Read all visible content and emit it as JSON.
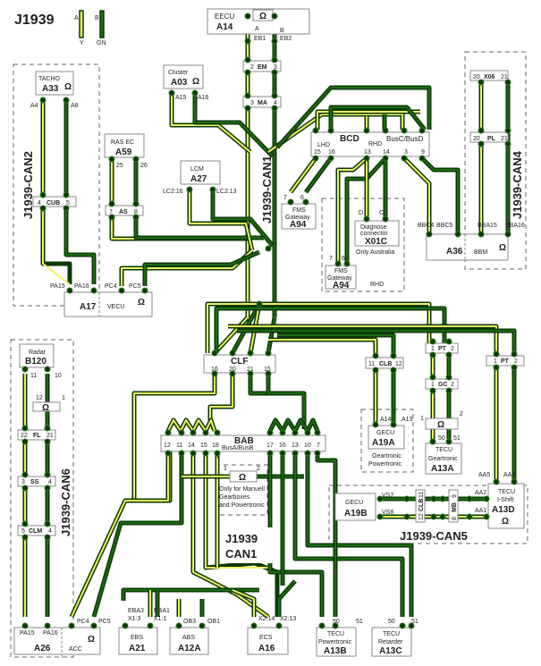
{
  "title": "J1939",
  "legend": {
    "wire_a": {
      "pin": "A",
      "color_label": "Y"
    },
    "wire_b": {
      "pin": "B",
      "color_label": "GN"
    }
  },
  "colors": {
    "yellow_wire": "#f0f060",
    "green_wire": "#1f6a12",
    "wire_outline": "#0a3a06"
  },
  "network_labels": {
    "can1_vertical": "J1939-CAN1",
    "can1_center_line1": "J1939",
    "can1_center_line2": "CAN1",
    "can2": "J1939-CAN2",
    "can4": "J1939-CAN4",
    "can5": "J1939-CAN5",
    "can6": "J1939-CAN6"
  },
  "terminator_symbol": "Ω",
  "units": {
    "eecu": {
      "name": "EECU",
      "id": "A14",
      "pin_a": "A",
      "pin_b": "B",
      "pin_eb1": "EB1",
      "pin_eb2": "EB2"
    },
    "tacho": {
      "name": "TACHO",
      "id": "A33",
      "pin1": "A4",
      "pin2": "A8"
    },
    "cluster": {
      "name": "Cluster",
      "id": "A03",
      "pin1": "A15",
      "pin2": "A16"
    },
    "rasec": {
      "name": "RAS EC",
      "id": "A59",
      "pin1": "25",
      "pin2": "26"
    },
    "lcm": {
      "name": "LCM",
      "id": "A27",
      "pin1": "LC2:16",
      "pin2": "LC2:13"
    },
    "vecu": {
      "name": "VECU",
      "id": "A17",
      "pin1": "PA15",
      "pin2": "PA16",
      "pin3": "PC4",
      "pin4": "PC5"
    },
    "fms_lhd": {
      "name1": "FMS",
      "name2": "Gateway",
      "id": "A94",
      "pin1": "7",
      "pin2": "6"
    },
    "fms_rhd": {
      "name1": "FMS",
      "name2": "Gateway",
      "id": "A94",
      "pin1": "7",
      "pin2": "6",
      "note": "RHD"
    },
    "diag": {
      "name1": "Diagnose",
      "name2": "connector",
      "id": "X01C",
      "pin1": "D",
      "pin2": "C",
      "note": "Only Australia"
    },
    "a36": {
      "id": "A36",
      "sub": "BBM",
      "pin1": "BBC4",
      "pin2": "BBC5",
      "pin3": "BBA15",
      "pin4": "BBA16"
    },
    "radar": {
      "name": "Radar",
      "id": "B120",
      "pin1": "11",
      "pin2": "10",
      "term_pin1": "12",
      "term_pin2": "1"
    },
    "gecu_a": {
      "name": "GECU",
      "id": "A19A",
      "pin1": "A14",
      "pin2": "A13",
      "note1": "Geartronic",
      "note2": "Powertronic"
    },
    "tecu_a": {
      "name1": "TECU",
      "name2": "Geartronic",
      "id": "A13A",
      "pin1": "50",
      "pin2": "51",
      "term_pin1": "1",
      "term_pin2": "2"
    },
    "gecu_b": {
      "name": "GECU",
      "id": "A19B",
      "pin1": "VS7",
      "pin2": "VS8"
    },
    "tecu_d": {
      "name1": "TECU",
      "name2": "I-Shift",
      "id": "A13D",
      "pin1": "AA5",
      "pin2": "AA4",
      "pin3": "AA2",
      "pin4": "AA1"
    },
    "a26": {
      "id": "A26",
      "sub": "ACC",
      "pin1": "PA15",
      "pin2": "PA16",
      "pin3": "PC4",
      "pin4": "PC5"
    },
    "ebs": {
      "name": "EBS",
      "id": "A21",
      "pin1a": "EBA3",
      "pin1b": "X1:3",
      "pin2a": "EBA1",
      "pin2b": "X1:1"
    },
    "abs": {
      "name": "ABS",
      "id": "A12A",
      "pin1": "OB3",
      "pin2": "OB1"
    },
    "ecs": {
      "name": "ECS",
      "id": "A16",
      "pin1": "X2:14",
      "pin2": "X2:13"
    },
    "tecu_b": {
      "name1": "TECU",
      "name2": "Powertronic",
      "id": "A13B",
      "pin1": "50",
      "pin2": "51"
    },
    "tecu_c": {
      "name1": "TECU",
      "name2": "Retarder",
      "id": "A13C",
      "pin1": "50",
      "pin2": "51"
    }
  },
  "connectors": {
    "em": {
      "name": "EM",
      "p1": "2",
      "p2": "3"
    },
    "ma": {
      "name": "MA",
      "p1": "3",
      "p2": "4"
    },
    "cub": {
      "name": "CUB",
      "p1": "4",
      "p2": "5"
    },
    "as": {
      "name": "AS",
      "p1": "7",
      "p2": "8"
    },
    "x06": {
      "name": "X06",
      "p1": "20",
      "p2": "21"
    },
    "pl": {
      "name": "PL",
      "p1": "20",
      "p2": "21"
    },
    "bcd": {
      "name": "BCD",
      "sub": "BusC/BusD",
      "lhd": "LHD",
      "rhd": "RHD",
      "pins": [
        "15",
        "16",
        "13",
        "14",
        "3",
        "9"
      ]
    },
    "clf": {
      "name": "CLF",
      "pins": [
        "16",
        "20",
        "21",
        "15"
      ]
    },
    "bab": {
      "name": "BAB",
      "sub": "BusA/BusB",
      "pins_left": [
        "12",
        "11",
        "14",
        "15",
        "18"
      ],
      "pins_right": [
        "17",
        "16",
        "13",
        "10",
        "7"
      ]
    },
    "clb_top": {
      "name": "CLB",
      "p1": "11",
      "p2": "12"
    },
    "pt_mid": {
      "name": "PT",
      "p1": "1",
      "p2": "2"
    },
    "gc": {
      "name": "GC",
      "p1": "1",
      "p2": "2"
    },
    "pt_right": {
      "name": "PT",
      "p1": "1",
      "p2": "2"
    },
    "fl": {
      "name": "FL",
      "p1": "22",
      "p2": "21"
    },
    "ss": {
      "name": "SS",
      "p1": "3",
      "p2": "4"
    },
    "clm": {
      "name": "CLM",
      "p1": "5",
      "p2": "4"
    },
    "clb_can5": {
      "name": "CLB",
      "p1": "12",
      "p2": "11"
    },
    "mb": {
      "name": "MB",
      "p1": "8",
      "p2": "9"
    }
  },
  "notes": {
    "manual_term_pin1": "1",
    "manual_term_pin2": "2",
    "manual_line1": "Only for Manuell",
    "manual_line2": "Gearboxes",
    "manual_line3": "and Powertronic"
  }
}
